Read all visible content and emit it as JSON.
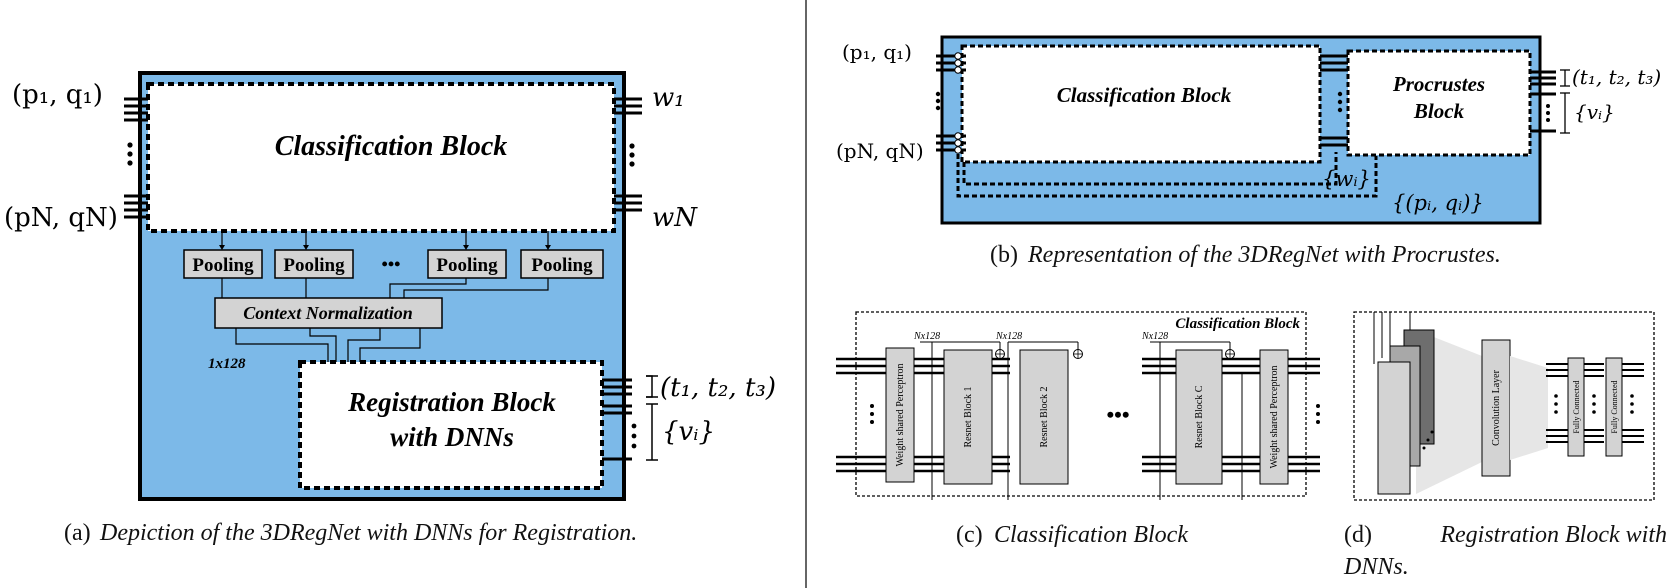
{
  "panel_a": {
    "classification_title": "Classification Block",
    "pooling_label": "Pooling",
    "ellipsis": "•••",
    "context_norm_label": "Context Normalization",
    "size_label": "1x128",
    "registration_line1": "Registration Block",
    "registration_line2": "with DNNs",
    "input_first": "(p₁, q₁)",
    "input_last": "(pN, qN)",
    "weight_first": "w₁",
    "weight_last": "wN",
    "output_t": "(t₁, t₂, t₃)",
    "output_v": "{vᵢ}",
    "caption_prefix": "(a)",
    "caption_text": "Depiction of the 3DRegNet with DNNs for Registration."
  },
  "panel_b": {
    "classification_title": "Classification Block",
    "procrustes_line1": "Procrustes",
    "procrustes_line2": "Block",
    "input_first": "(p₁, q₁)",
    "input_last": "(pN, qN)",
    "weights": "{wᵢ}",
    "pairs": "{(pᵢ, qᵢ)}",
    "output_t": "(t₁, t₂, t₃)",
    "output_v": "{vᵢ}",
    "caption_prefix": "(b)",
    "caption_text": "Representation of the 3DRegNet with Procrustes."
  },
  "panel_c": {
    "frame_title": "Classification Block",
    "size_label": "Nx128",
    "block_weight_shared": "Weight shared Perceptron",
    "block_resnet_1": "Resnet Block 1",
    "block_resnet_2": "Resnet Block 2",
    "block_resnet_c": "Resnet Block C",
    "ellipsis": "•••",
    "caption_prefix": "(c)",
    "caption_text": "Classification Block"
  },
  "panel_d": {
    "conv_layer": "Convolution Layer",
    "fully_connected": "Fully Connected",
    "caption_prefix": "(d)",
    "caption_line1": "Registration Block with",
    "caption_line2": "DNNs."
  },
  "colors": {
    "fill_blue": "#7cb9e8",
    "block_gray": "#d3d3d3",
    "dark_gray": "#6e6e6e",
    "mid_gray": "#a8a8a8"
  }
}
